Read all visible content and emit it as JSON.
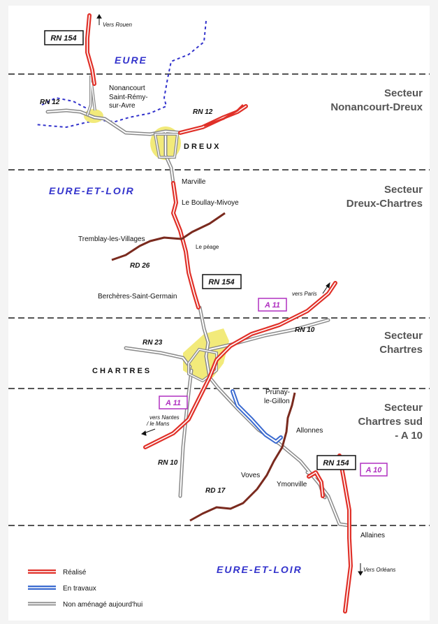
{
  "departments": {
    "eure": "EURE",
    "eure_et_loir_top": "EURE-ET-LOIR",
    "eure_et_loir_bottom": "EURE-ET-LOIR"
  },
  "sectors": [
    {
      "line1": "Secteur",
      "line2": "Nonancourt-Dreux",
      "line3": ""
    },
    {
      "line1": "Secteur",
      "line2": "Dreux-Chartres",
      "line3": ""
    },
    {
      "line1": "Secteur",
      "line2": "Chartres",
      "line3": ""
    },
    {
      "line1": "Secteur",
      "line2": "Chartres sud",
      "line3": "- A 10"
    }
  ],
  "places": {
    "nonancourt": "Nonancourt",
    "saint_remy_1": "Saint-Rémy-",
    "saint_remy_2": "sur-Avre",
    "dreux": "DREUX",
    "marville": "Marville",
    "boullay": "Le Boullay-Mivoye",
    "tremblay": "Tremblay-les-Villages",
    "peage": "Le péage",
    "bercheres": "Berchères-Saint-Germain",
    "chartres": "CHARTRES",
    "prunay_1": "Prunay-",
    "prunay_2": "le-Gillon",
    "allonnes": "Allonnes",
    "voves": "Voves",
    "ymonville": "Ymonville",
    "allaines": "Allaines"
  },
  "roads": {
    "rn154_top": "RN 154",
    "rn154_mid": "RN 154",
    "rn154_bot": "RN 154",
    "rn12_left": "RN 12",
    "rn12_right": "RN 12",
    "rd26": "RD 26",
    "rn23": "RN 23",
    "rn10_top": "RN 10",
    "rn10_bot": "RN 10",
    "a11_top": "A 11",
    "a11_bot": "A 11",
    "rd17": "RD 17",
    "a10": "A 10"
  },
  "directions": {
    "rouen": "Vers Rouen",
    "paris": "vers Paris",
    "nantes_1": "vers Nantes",
    "nantes_2": "/ le Mans",
    "orleans": "Vers Orléans"
  },
  "legend": {
    "done": "Réalisé",
    "works": "En travaux",
    "none": "Non aménagé aujourd'hui"
  },
  "colors": {
    "realise": "#e03028",
    "travaux": "#3a6ad0",
    "non_amenage": "#9a9a9a",
    "secondary": "#7a2a1e",
    "department_border": "#3333cc",
    "city_area": "#f2ea7a"
  }
}
